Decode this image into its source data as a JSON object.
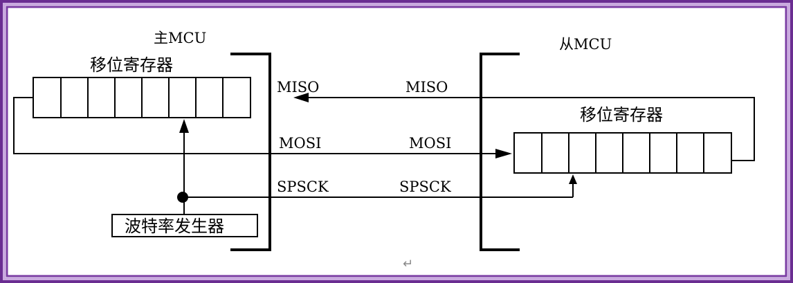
{
  "colors": {
    "frame_outer": "#6a2d91",
    "frame_mid": "#c9a9df",
    "frame_inner": "#7a3ba3",
    "line": "#000000"
  },
  "master": {
    "title": "主MCU",
    "register_label": "移位寄存器",
    "miso_label": "MISO",
    "mosi_label": "MOSI",
    "spsck_label": "SPSCK",
    "baud_label": "波特率发生器"
  },
  "slave": {
    "title": "从MCU",
    "register_label": "移位寄存器",
    "miso_label": "MISO",
    "mosi_label": "MOSI",
    "spsck_label": "SPSCK"
  },
  "return_mark": "↵"
}
